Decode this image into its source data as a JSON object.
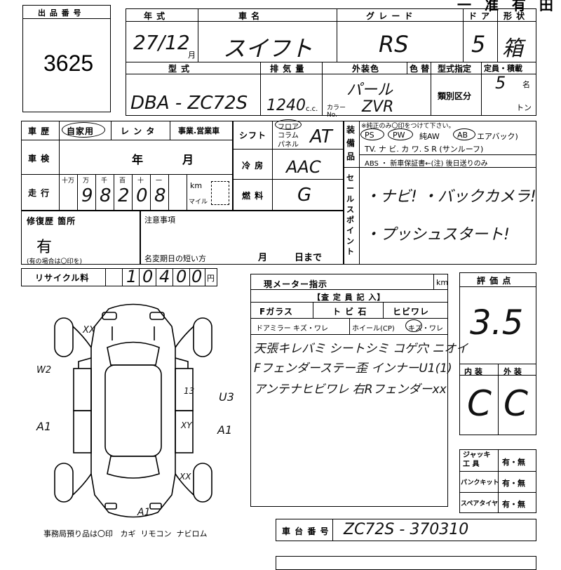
{
  "header_title": "一 准 有 田",
  "lot": {
    "label": "出 品 番 号",
    "value": "3625"
  },
  "year": {
    "label": "年  式",
    "value": "27/12",
    "suffix": "月"
  },
  "car_name": {
    "label": "車    名",
    "value": "スイフト"
  },
  "grade": {
    "label": "グ レ ー ド",
    "value": "RS"
  },
  "doors": {
    "label": "ド ア",
    "value": "5"
  },
  "shape": {
    "label": "形 状",
    "value": "箱"
  },
  "model": {
    "label": "型    式",
    "value": "DBA - ZC72S"
  },
  "displacement": {
    "label": "排 気 量",
    "value": "1240",
    "unit": "c.c."
  },
  "exterior_color": {
    "label": "外装色",
    "value": "パール",
    "color_no_label": "カラー No.",
    "color_no": "ZVR"
  },
  "color_change": {
    "label": "色 替"
  },
  "model_designation": {
    "label": "型式指定"
  },
  "class_code": {
    "label": "類別区分"
  },
  "capacity": {
    "label": "定員・積載",
    "persons": "5",
    "persons_unit": "名",
    "tons_unit": "トン"
  },
  "history": {
    "label": "車 歴",
    "options": [
      "自家用",
      "レ ン タ",
      "事業.営業車"
    ]
  },
  "shaken": {
    "label": "車 検",
    "year_unit": "年",
    "month_unit": "月"
  },
  "mileage": {
    "label": "走 行",
    "digit_units": [
      "十万",
      "万",
      "千",
      "百",
      "十",
      "一"
    ],
    "digits": [
      "",
      "9",
      "8",
      "2",
      "0",
      "8"
    ],
    "unit_km": "km",
    "unit_mile": "マイル"
  },
  "shift": {
    "label": "シフト",
    "options": [
      "フロア",
      "コラム",
      "パネル"
    ],
    "value": "AT"
  },
  "ac": {
    "label": "冷 房",
    "value": "AAC"
  },
  "fuel": {
    "label": "燃 料",
    "value": "G"
  },
  "equipment": {
    "label": "装 備 品",
    "note": "※純正のみ〇印をつけて下さい。",
    "row1": [
      "PS",
      "PW",
      "純AW",
      "AB",
      "エアバック)"
    ],
    "row2": "TV. ナ ビ. カ ワ. S R (サンルーフ)",
    "row3": "ABS ・ 新車保証書←(注) 後日送りのみ"
  },
  "sales_points": {
    "label": "セールスポイント",
    "lines": [
      "・ナビ! ・バックカメラ!",
      "・プッシュスタート!"
    ]
  },
  "repair": {
    "label": "修復歴 箇所",
    "value": "有",
    "note": "(有の場合は〇印を)"
  },
  "notes": {
    "label": "注意事項"
  },
  "name_change": {
    "label": "名変期日の短い方",
    "month_unit": "月",
    "day_unit": "日まで"
  },
  "recycle": {
    "label": "リサイクル料",
    "digits": [
      "1",
      "0",
      "4",
      "0",
      "0"
    ],
    "unit": "円"
  },
  "meter": {
    "label": "現メーター指示",
    "unit": "km"
  },
  "inspector": {
    "label": "【査 定 員 記 入】",
    "row1": [
      "Fガラス",
      "ト ビ 石",
      "ヒビワレ"
    ],
    "row2": [
      "ドアミラー キズ・ワレ",
      "ホイール(CP)",
      "キズ・ワレ"
    ],
    "lines": [
      "天張キレバミ シートシミ コゲ穴 ニオイ",
      "Fフェンダーステー歪 インナーU1(1)",
      "アンテナヒビワレ 右Rフェンダーxx"
    ]
  },
  "evaluation": {
    "label": "評 価 点",
    "score": "3.5",
    "interior_label": "内 装",
    "exterior_label": "外 装",
    "interior": "C",
    "exterior": "C"
  },
  "jack": {
    "label": "ジャッキ 工 具",
    "value": "有・無"
  },
  "puncture_kit": {
    "label": "パンクキット",
    "value": "有・無"
  },
  "spare_tire": {
    "label": "スペアタイヤ",
    "value": "有・無"
  },
  "chassis": {
    "label": "車 台 番 号",
    "value": "ZC72S - 370310"
  },
  "keys": "事務局預り品は〇印   カギ  リモコン  ナビロム",
  "diagram_marks": {
    "tl": "XX",
    "left_upper": "W2",
    "left_lower": "A1",
    "right_upper": "U3",
    "right_lower": "A1",
    "center": "13",
    "xy": "XY",
    "rear": "XX",
    "bottom": "A1"
  }
}
